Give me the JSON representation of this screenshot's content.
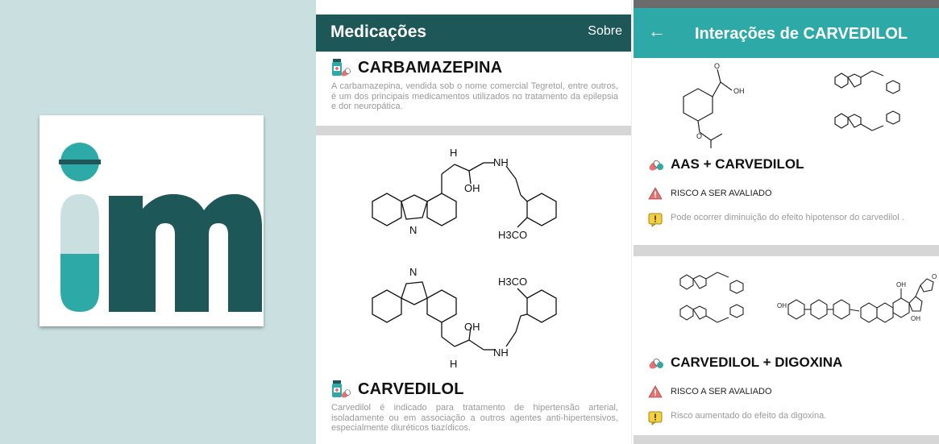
{
  "list_screen": {
    "title": "Medicações",
    "about_label": "Sobre",
    "medications": [
      {
        "name": "CARBAMAZEPINA",
        "description": "A carbamazepina, vendida sob o nome comercial Tegretol, entre outros, é um dos principais medicamentos utilizados no tratamento da epilepsia e dor neuropática."
      },
      {
        "name": "CARVEDILOL",
        "description": "Carvedilol é indicado para tratamento de hipertensão arterial, isoladamente ou em associação a outros agentes anti-hipertensivos, especialmente diuréticos tiazídicos."
      }
    ],
    "structure_labels": {
      "h": "H",
      "nh": "NH",
      "oh": "OH",
      "n_h": "N",
      "methoxy": "H3CO"
    }
  },
  "interaction_screen": {
    "title": "Interações de CARVEDILOL",
    "back_icon": "arrow-left-icon",
    "interactions": [
      {
        "name": "AAS + CARVEDILOL",
        "risk": "RISCO A SER AVALIADO",
        "note": "Pode ocorrer diminuição do efeito hipotensor do carvedilol ."
      },
      {
        "name": "CARVEDILOL + DIGOXINA",
        "risk": "RISCO A SER AVALIADO",
        "note": "Risco aumentado do efeito da digoxina."
      }
    ],
    "structure_labels": {
      "oh": "OH",
      "o": "O"
    }
  },
  "colors": {
    "logo_bg": "#c9dfe0",
    "logo_dark": "#1d5757",
    "logo_teal": "#2daaa8",
    "list_bar": "#1d5757",
    "inter_bar": "#2daaa8",
    "risk_red": "#e57373",
    "note_yellow": "#f4d03f"
  }
}
